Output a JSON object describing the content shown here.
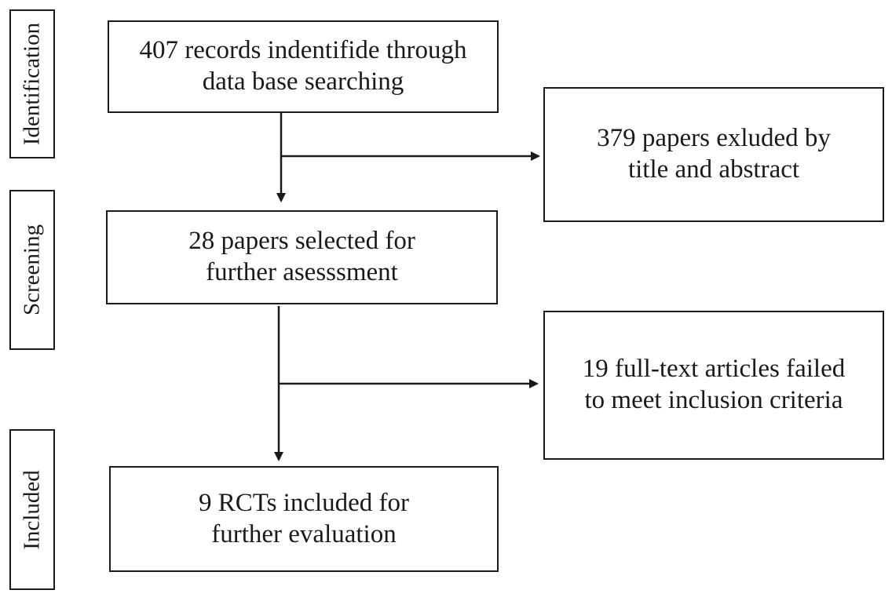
{
  "stages": {
    "identification": "Identification",
    "screening": "Screening",
    "included": "Included"
  },
  "boxes": {
    "records_identified": [
      "407 records indentifide through",
      "data base searching"
    ],
    "excluded_title_abstract": [
      "379 papers exluded by",
      "title and abstract"
    ],
    "selected_assessment": [
      "28 papers selected for",
      "further asesssment"
    ],
    "failed_criteria": [
      "19 full-text articles failed",
      "to meet inclusion criteria"
    ],
    "included_rcts": [
      "9 RCTs included for",
      "further evaluation"
    ]
  }
}
